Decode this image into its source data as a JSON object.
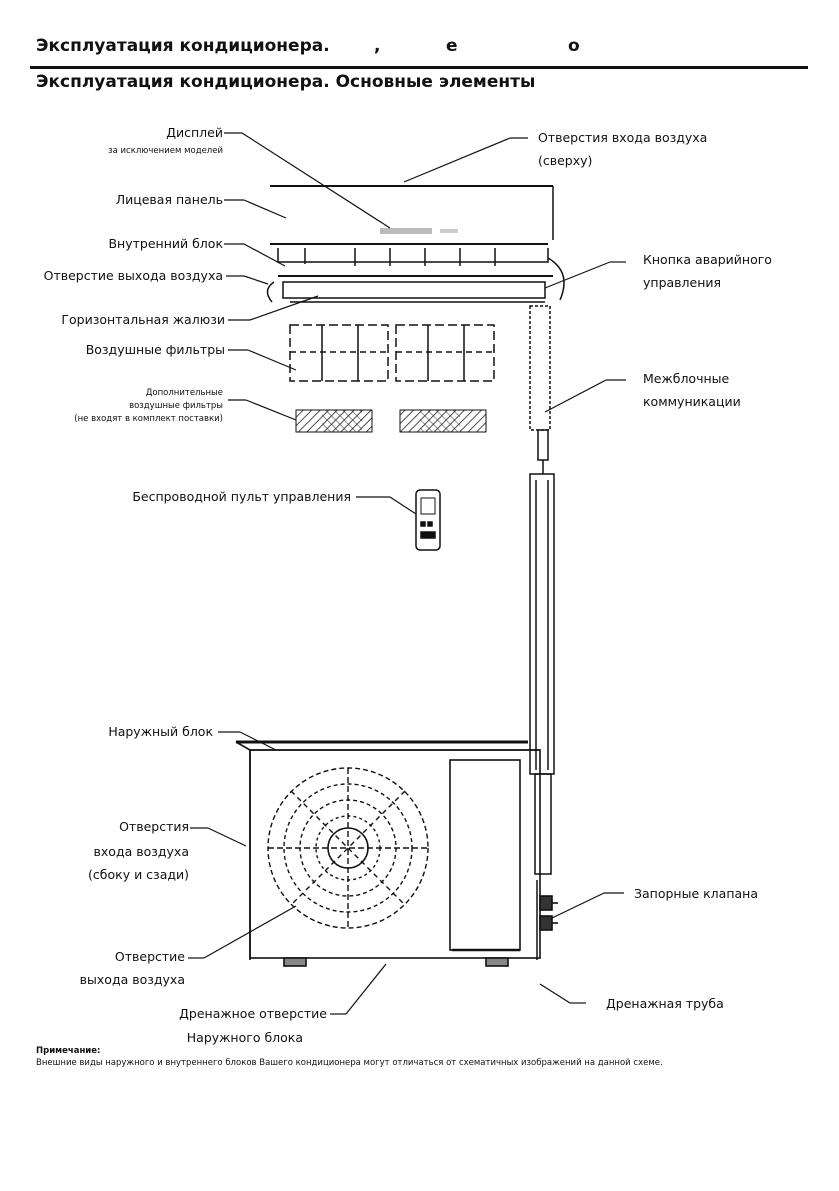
{
  "header": {
    "title_top": "Эксплуатация кондиционера.",
    "title_top_fragments": [
      ",",
      "е",
      "о"
    ],
    "title": "Эксплуатация кондиционера. Основные элементы"
  },
  "labels": {
    "display": "Дисплей",
    "display_note": "за исключением моделей",
    "air_inlet_top": "Отверстия входа воздуха",
    "air_inlet_top_sub": "(сверху)",
    "front_panel": "Лицевая панель",
    "indoor_unit": "Внутренний блок",
    "air_outlet": "Отверстие выхода воздуха",
    "emergency_button_1": "Кнопка аварийного",
    "emergency_button_2": "управления",
    "louver": "Горизонтальная жалюзи",
    "air_filters": "Воздушные фильтры",
    "extra_filters_1": "Дополнительные",
    "extra_filters_2": "воздушные фильтры",
    "extra_filters_3": "(не входят в комплект поставки)",
    "interconnect_1": "Межблочные",
    "interconnect_2": "коммуникации",
    "remote": "Беспроводной пульт управления",
    "outdoor_unit": "Наружный блок",
    "side_inlet_1": "Отверстия",
    "side_inlet_2": "входа воздуха",
    "side_inlet_3": "(сбоку и сзади)",
    "valves": "Запорные клапана",
    "outlet_1": "Отверстие",
    "outlet_2": "выхода воздуха",
    "drain_hole_1": "Дренажное отверстие",
    "drain_hole_2": "Наружного блока",
    "drain_pipe": "Дренажная труба"
  },
  "note": {
    "title": "Примечание:",
    "text": "Внешние виды наружного и внутреннего блоков Вашего кондиционера могут отличаться от схематичных изображений на данной схеме."
  },
  "icons": [
    "indoor-unit-drawing",
    "air-filter-drawing",
    "remote-control-drawing",
    "outdoor-unit-drawing",
    "fan-grille-drawing",
    "pipe-drawing",
    "valve-drawing"
  ]
}
